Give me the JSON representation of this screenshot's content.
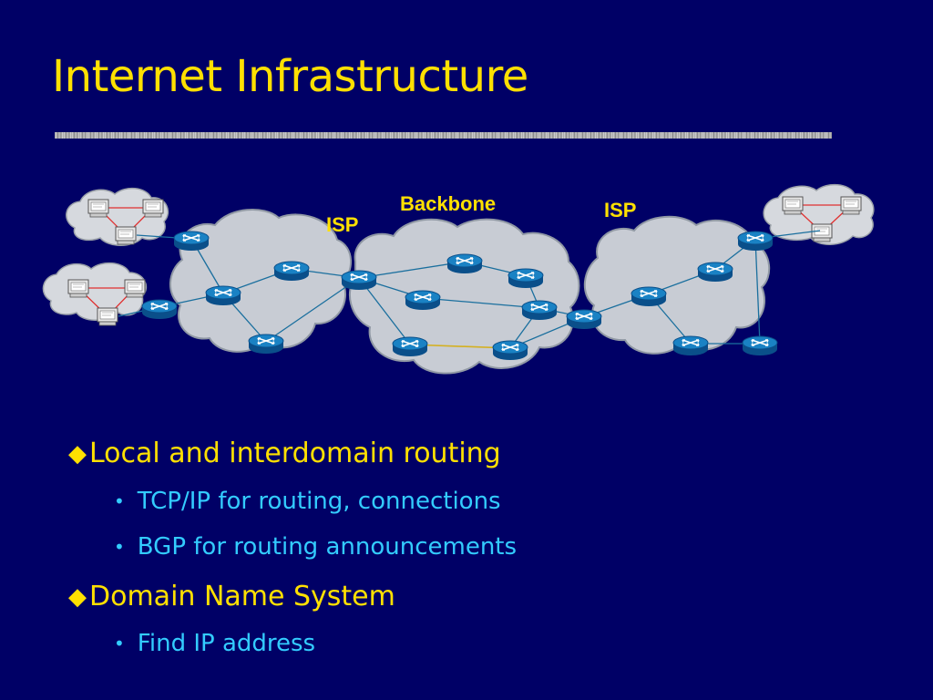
{
  "slide": {
    "title": "Internet Infrastructure"
  },
  "diagram": {
    "labels": {
      "backbone": "Backbone",
      "isp_left": "ISP",
      "isp_right": "ISP"
    }
  },
  "bullets": [
    {
      "text": "Local and interdomain routing",
      "sub": [
        "TCP/IP for routing, connections",
        "BGP for routing announcements"
      ]
    },
    {
      "text": "Domain Name System",
      "sub": [
        "Find IP address"
      ]
    }
  ],
  "colors": {
    "background": "#000066",
    "title": "#FFE000",
    "sub_bullet": "#33CCFF",
    "cloud": "#C8CCD4",
    "router": "#1A82C4"
  }
}
